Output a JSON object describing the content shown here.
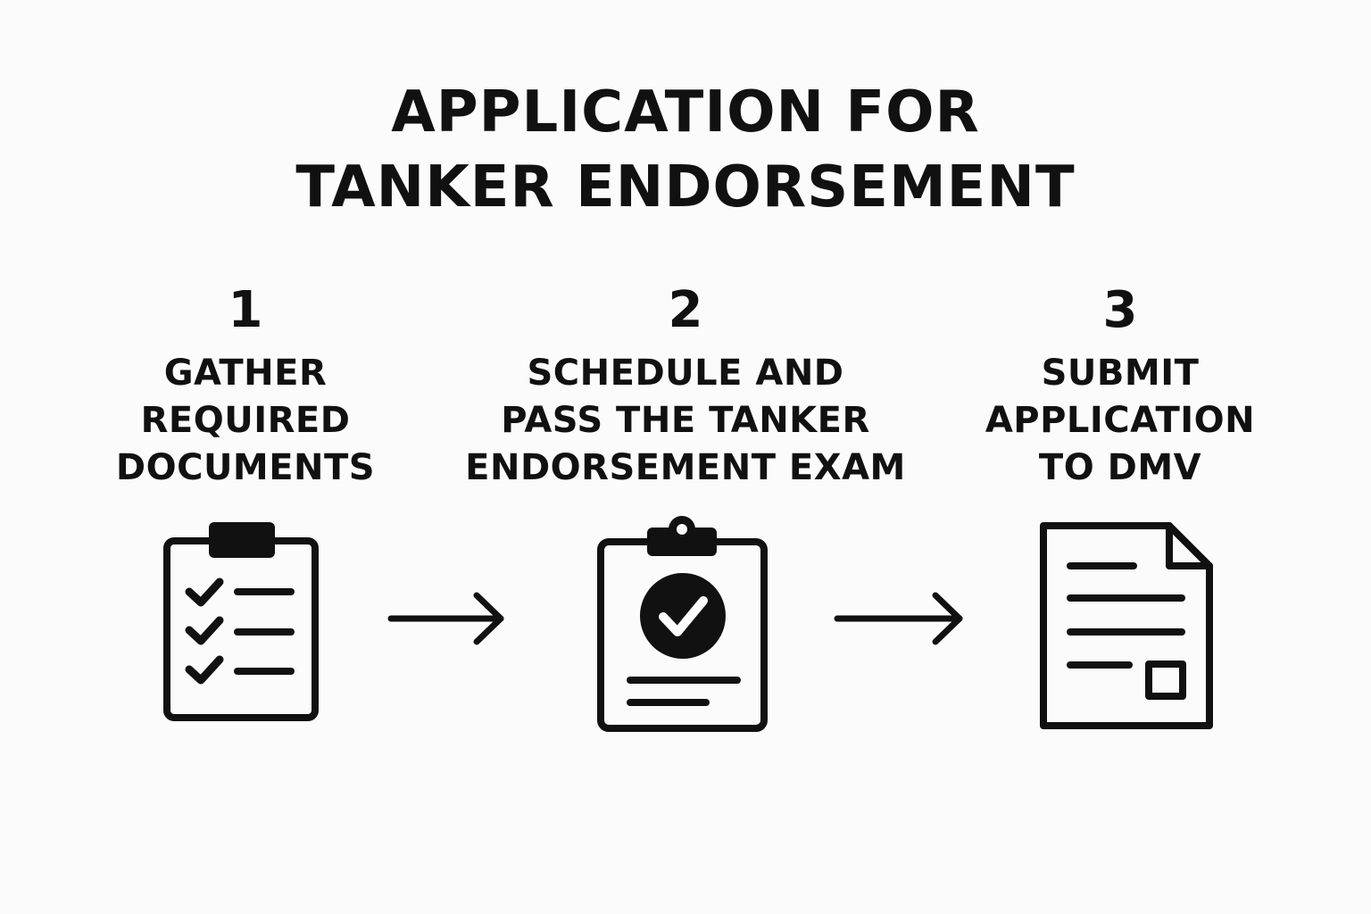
{
  "title": {
    "line1": "APPLICATION FOR",
    "line2": "TANKER ENDORSEMENT"
  },
  "steps": [
    {
      "number": "1",
      "label_lines": [
        "GATHER",
        "REQUIRED",
        "DOCUMENTS"
      ],
      "icon": "checklist-clipboard-icon"
    },
    {
      "number": "2",
      "label_lines": [
        "SCHEDULE AND",
        "PASS THE TANKER",
        "ENDORSEMENT EXAM"
      ],
      "icon": "exam-clipboard-check-icon"
    },
    {
      "number": "3",
      "label_lines": [
        "SUBMIT",
        "APPLICATION",
        "TO DMV"
      ],
      "icon": "application-document-icon"
    }
  ],
  "connectors": [
    "right-arrow-icon",
    "right-arrow-icon"
  ],
  "colors": {
    "background": "#fbfbfb",
    "ink": "#111111"
  }
}
